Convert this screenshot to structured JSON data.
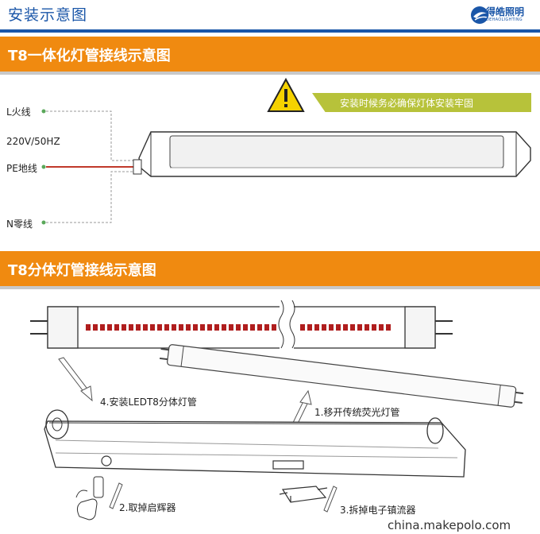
{
  "header": {
    "title": "安装示意图",
    "logo_text": "得皓照明",
    "logo_subtext": "DEHAOLIGHTING"
  },
  "section1": {
    "title": "T8一体化灯管接线示意图",
    "labels": {
      "live": "L火线",
      "voltage": "220V/50HZ",
      "earth": "PE地线",
      "neutral": "N零线"
    },
    "warning": "安装时候务必确保灯体安装牢固"
  },
  "section2": {
    "title": "T8分体灯管接线示意图",
    "steps": {
      "step1": "1.移开传统荧光灯管",
      "step2": "2.取掉启辉器",
      "step3": "3.拆掉电子镇流器",
      "step4": "4.安装LEDT8分体灯管"
    }
  },
  "watermark": "china.makepolo.com",
  "colors": {
    "brand_blue": "#1a56a8",
    "section_orange": "#f08a10",
    "warning_green": "#b7c23a",
    "wire_green": "#5aa85a",
    "wire_red": "#c0392b"
  }
}
